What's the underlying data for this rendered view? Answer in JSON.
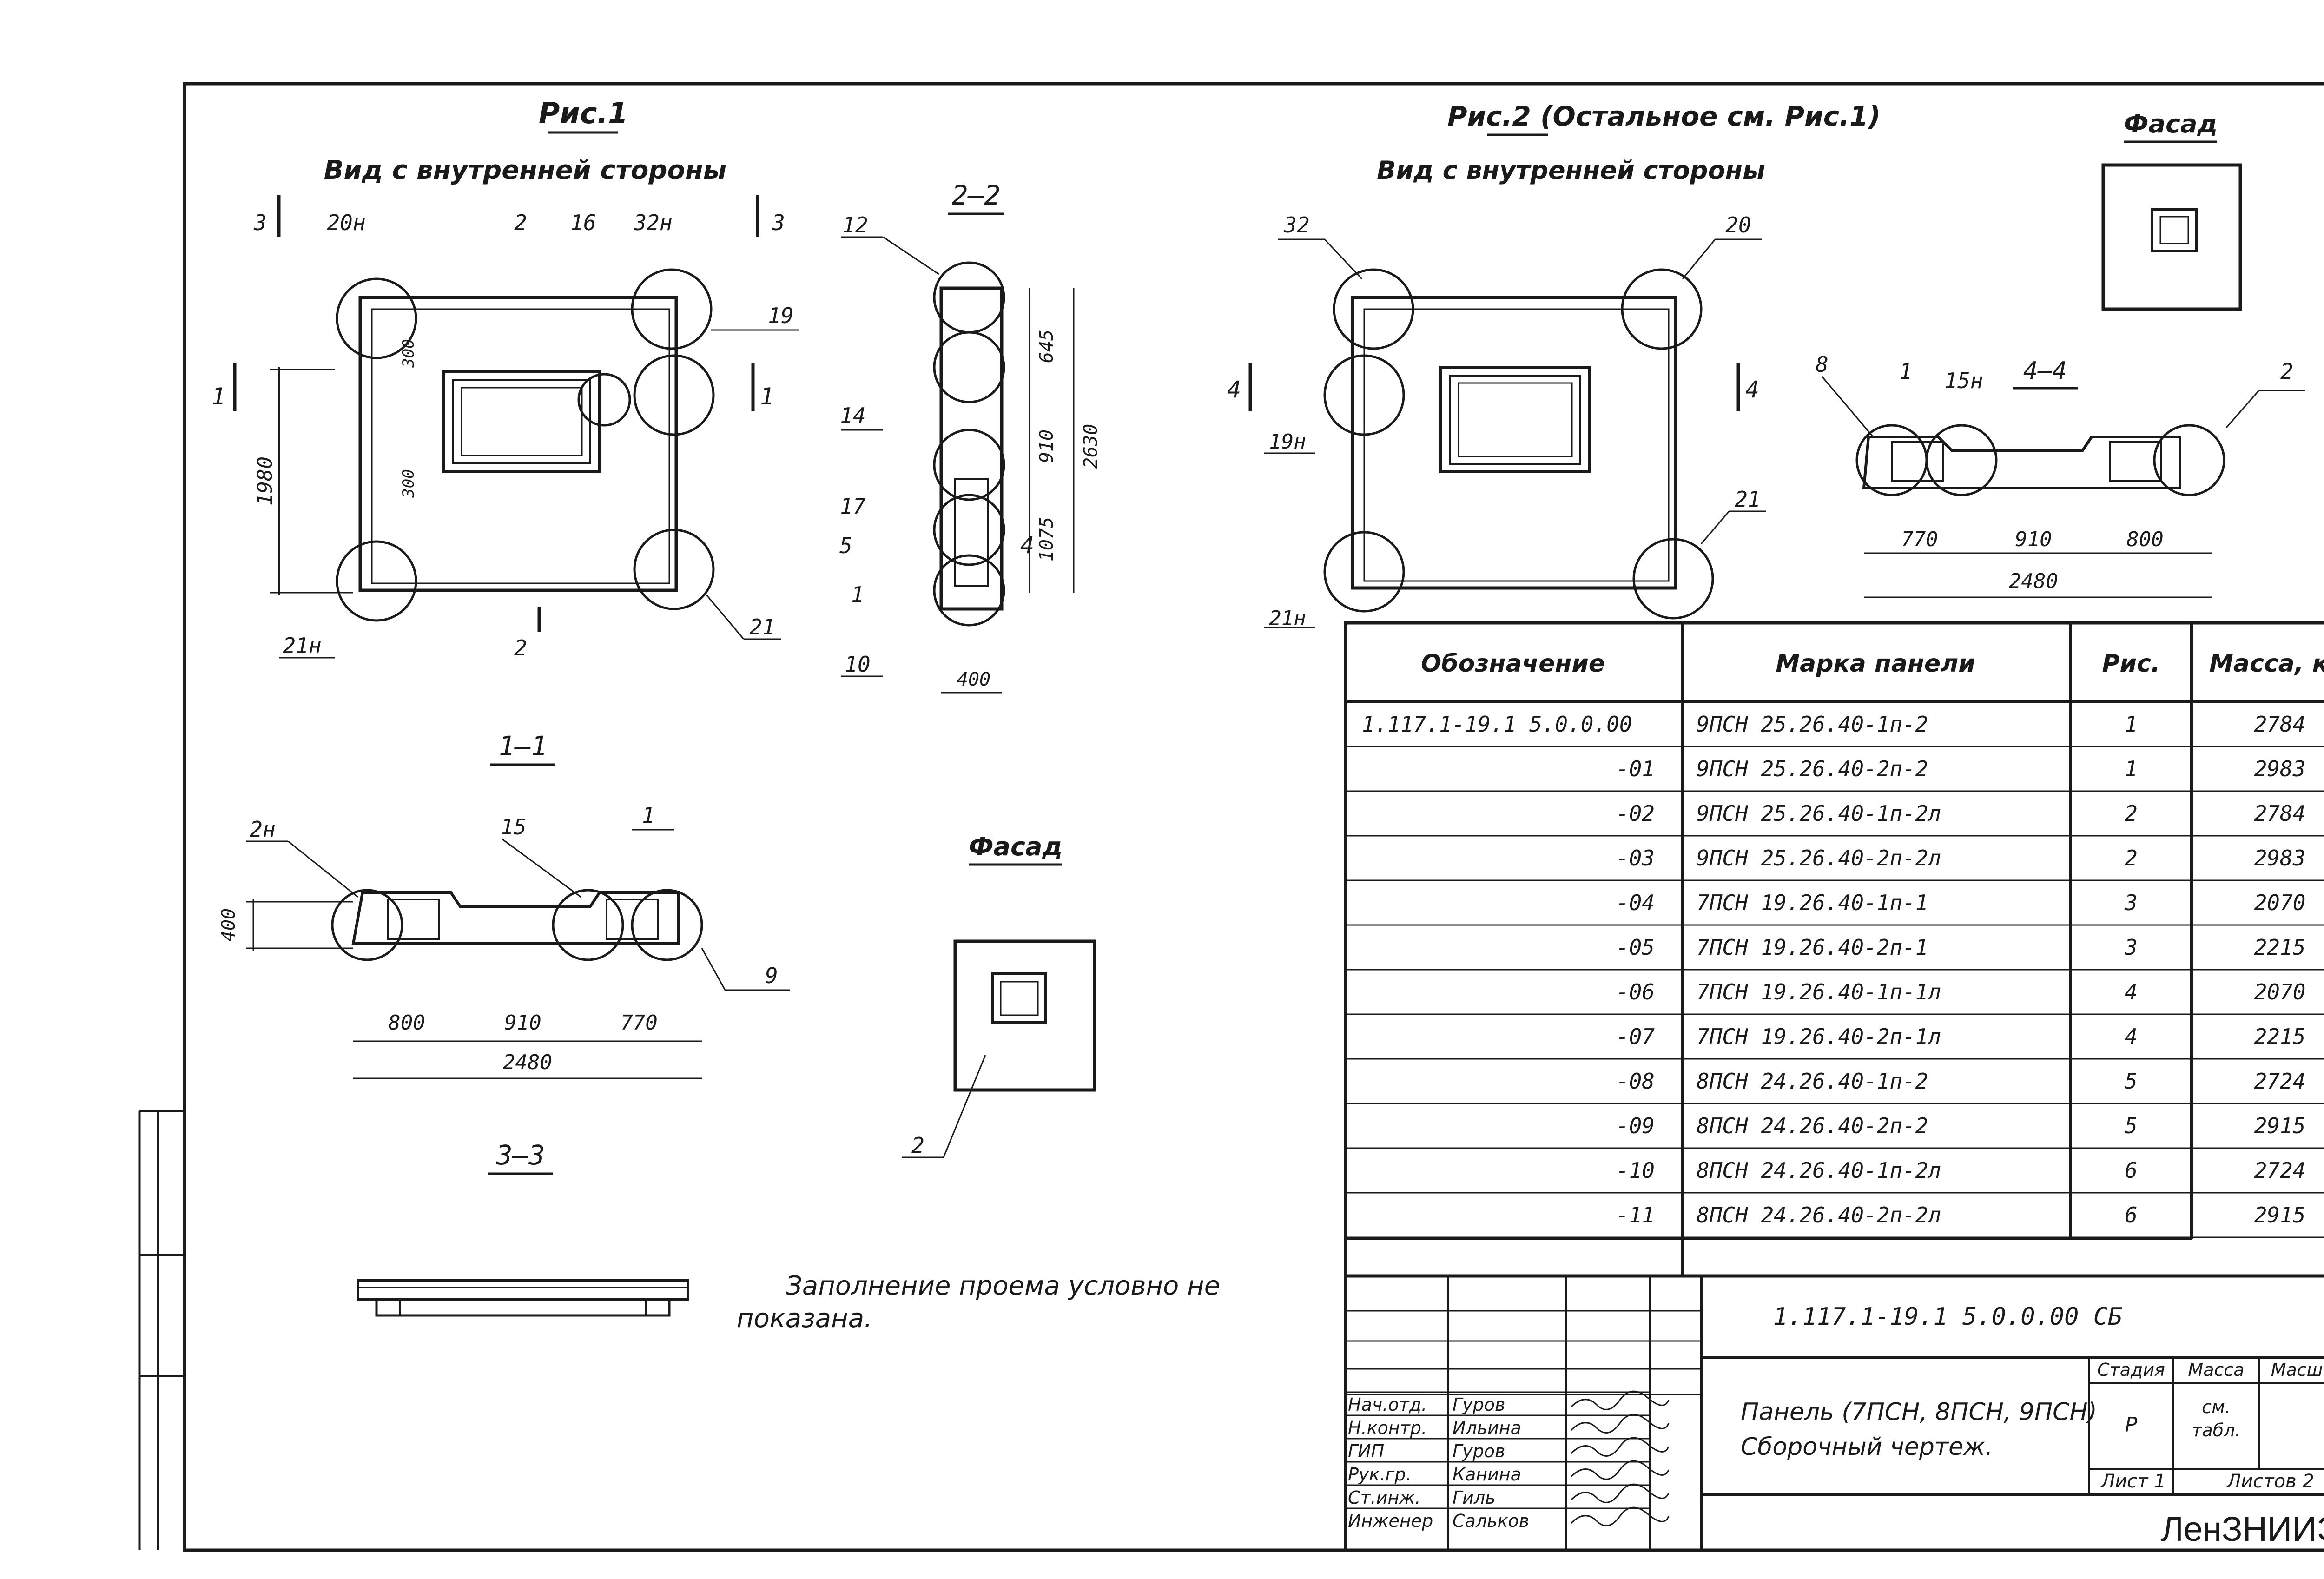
{
  "fig1": {
    "title": "Рис.1",
    "subtitle": "Вид с внутренней стороны",
    "dim_height": "1980",
    "dim_300a": "300",
    "dim_300b": "300",
    "callouts": {
      "c3l": "3",
      "c20n": "20н",
      "c2t": "2",
      "c16": "16",
      "c32n": "32н",
      "c3r": "3",
      "c19": "19",
      "c1l": "1",
      "c1r": "1",
      "c21n": "21н",
      "c2b": "2",
      "c21": "21"
    }
  },
  "sec22": {
    "title": "2–2",
    "callouts": {
      "c12": "12",
      "c14": "14",
      "c17": "17",
      "c5": "5",
      "c1": "1",
      "c10": "10",
      "c4": "4"
    },
    "dims": {
      "d645": "645",
      "d910": "910",
      "d1075": "1075",
      "d2630": "2630",
      "d400": "400"
    }
  },
  "fig2": {
    "title": "Рис.2 (Остальное см. Рис.1)",
    "subtitle": "Вид с внутренней стороны",
    "callouts": {
      "c32": "32",
      "c20": "20",
      "c4l": "4",
      "c4r": "4",
      "c19n": "19н",
      "c21": "21",
      "c21n": "21н"
    }
  },
  "facade_top": {
    "title": "Фасад"
  },
  "sec44": {
    "title": "4–4",
    "callouts": {
      "c8": "8",
      "c1": "1",
      "c15n": "15н",
      "c2": "2"
    },
    "dims": {
      "d770": "770",
      "d910": "910",
      "d800": "800",
      "d2480": "2480"
    }
  },
  "sec11": {
    "title": "1–1",
    "callouts": {
      "c2n": "2н",
      "c15": "15",
      "c1": "1",
      "c9": "9"
    },
    "dims": {
      "d400": "400",
      "d800": "800",
      "d910": "910",
      "d770": "770",
      "d2480": "2480"
    }
  },
  "facade_mid": {
    "title": "Фасад",
    "callout": "2"
  },
  "sec33": {
    "title": "3–3"
  },
  "note": {
    "line1": "Заполнение проема условно не",
    "line2": "показана."
  },
  "table": {
    "headers": {
      "designation": "Обозначение",
      "mark": "Марка панели",
      "fig": "Рис.",
      "mass": "Масса, кг."
    },
    "rows": [
      {
        "designation": "1.117.1-19.1 5.0.0.00",
        "mark": "9ПСН 25.26.40-1п-2",
        "fig": "1",
        "mass": "2784"
      },
      {
        "designation": "-01",
        "mark": "9ПСН 25.26.40-2п-2",
        "fig": "1",
        "mass": "2983"
      },
      {
        "designation": "-02",
        "mark": "9ПСН 25.26.40-1п-2л",
        "fig": "2",
        "mass": "2784"
      },
      {
        "designation": "-03",
        "mark": "9ПСН 25.26.40-2п-2л",
        "fig": "2",
        "mass": "2983"
      },
      {
        "designation": "-04",
        "mark": "7ПСН 19.26.40-1п-1",
        "fig": "3",
        "mass": "2070"
      },
      {
        "designation": "-05",
        "mark": "7ПСН 19.26.40-2п-1",
        "fig": "3",
        "mass": "2215"
      },
      {
        "designation": "-06",
        "mark": "7ПСН 19.26.40-1п-1л",
        "fig": "4",
        "mass": "2070"
      },
      {
        "designation": "-07",
        "mark": "7ПСН 19.26.40-2п-1л",
        "fig": "4",
        "mass": "2215"
      },
      {
        "designation": "-08",
        "mark": "8ПСН 24.26.40-1п-2",
        "fig": "5",
        "mass": "2724"
      },
      {
        "designation": "-09",
        "mark": "8ПСН 24.26.40-2п-2",
        "fig": "5",
        "mass": "2915"
      },
      {
        "designation": "-10",
        "mark": "8ПСН 24.26.40-1п-2л",
        "fig": "6",
        "mass": "2724"
      },
      {
        "designation": "-11",
        "mark": "8ПСН 24.26.40-2п-2л",
        "fig": "6",
        "mass": "2915"
      }
    ]
  },
  "titleblock": {
    "code": "1.117.1-19.1 5.0.0.00 СБ",
    "name_line1": "Панель (7ПСН, 8ПСН, 9ПСН)",
    "name_line2": "Сборочный чертеж.",
    "stage_label": "Стадия",
    "mass_label": "Масса",
    "scale_label": "Масштаб",
    "stage_value": "Р",
    "mass_value_1": "см.",
    "mass_value_2": "табл.",
    "sheet_label": "Лист 1",
    "sheets_label": "Листов 2",
    "org": "ЛенЗНИИЭП",
    "signatures": [
      {
        "role": "Нач.отд.",
        "name": "Гуров"
      },
      {
        "role": "Н.контр.",
        "name": "Ильина"
      },
      {
        "role": "ГИП",
        "name": "Гуров"
      },
      {
        "role": "Рук.гр.",
        "name": "Канина"
      },
      {
        "role": "Ст.инж.",
        "name": "Гиль"
      },
      {
        "role": "Инженер",
        "name": "Сальков"
      }
    ]
  }
}
